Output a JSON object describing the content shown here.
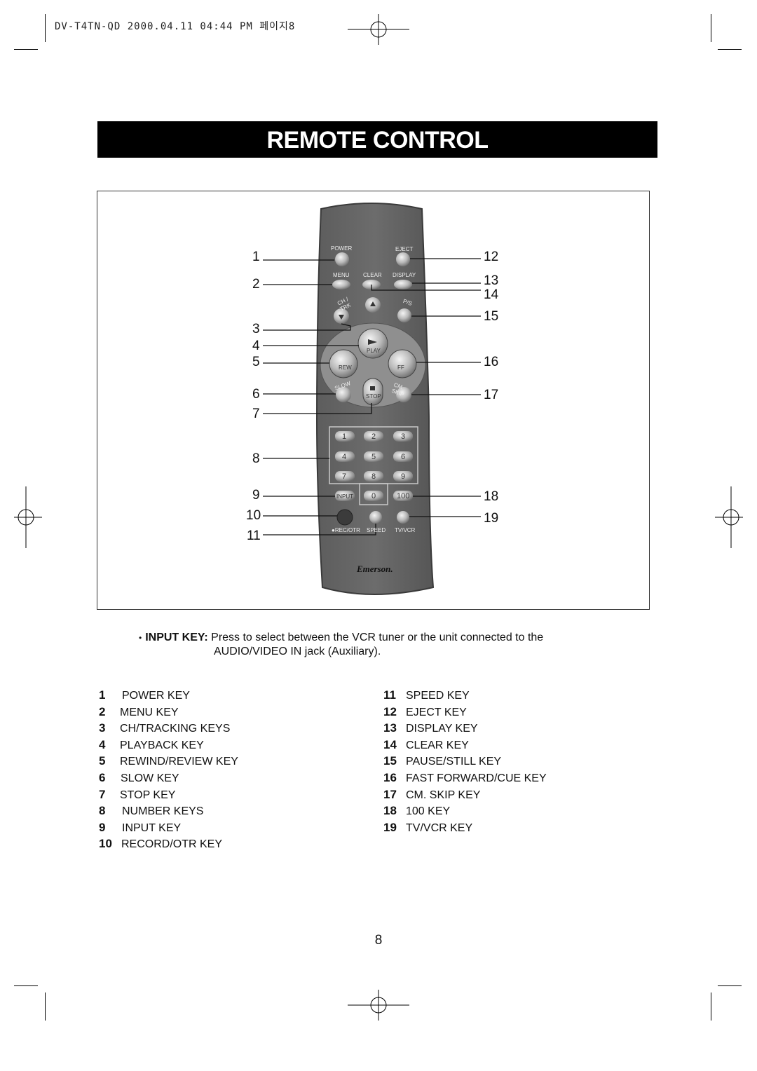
{
  "header": {
    "slug": "DV-T4TN-QD  2000.04.11 04:44 PM 페이지8"
  },
  "title": "REMOTE CONTROL",
  "remote": {
    "buttons": {
      "power": "POWER",
      "eject": "EJECT",
      "menu": "MENU",
      "clear": "CLEAR",
      "display": "DISPLAY",
      "ch_trk": "CH / TRK",
      "ps": "P/S",
      "play": "PLAY",
      "rew": "REW",
      "ff": "FF",
      "slow": "SLOW",
      "stop": "STOP",
      "cm_skip": "CM SKIP",
      "digits": [
        "1",
        "2",
        "3",
        "4",
        "5",
        "6",
        "7",
        "8",
        "9"
      ],
      "input": "INPUT",
      "zero": "0",
      "hundred": "100",
      "rec_otr": "REC/OTR",
      "speed": "SPEED",
      "tv_vcr": "TV/VCR",
      "brand": "Emerson."
    },
    "callouts_left": [
      "1",
      "2",
      "3",
      "4",
      "5",
      "6",
      "7",
      "8",
      "9",
      "10",
      "11"
    ],
    "callouts_right": [
      "12",
      "13",
      "14",
      "15",
      "16",
      "17",
      "18",
      "19"
    ]
  },
  "note": {
    "bullet": "•",
    "label": "INPUT KEY:",
    "line1": "Press to select between the VCR tuner or the unit connected to the",
    "line2": "AUDIO/VIDEO IN jack (Auxiliary)."
  },
  "keys_left": [
    {
      "num": "1",
      "label": "POWER KEY"
    },
    {
      "num": "2",
      "label": "MENU KEY"
    },
    {
      "num": "3",
      "label": "CH/TRACKING KEYS"
    },
    {
      "num": "4",
      "label": "PLAYBACK KEY"
    },
    {
      "num": "5",
      "label": "REWIND/REVIEW KEY"
    },
    {
      "num": "6",
      "label": "SLOW KEY"
    },
    {
      "num": "7",
      "label": "STOP KEY"
    },
    {
      "num": "8",
      "label": "NUMBER KEYS"
    },
    {
      "num": "9",
      "label": "INPUT KEY"
    },
    {
      "num": "10",
      "label": "RECORD/OTR KEY"
    }
  ],
  "keys_right": [
    {
      "num": "11",
      "label": "SPEED KEY"
    },
    {
      "num": "12",
      "label": "EJECT KEY"
    },
    {
      "num": "13",
      "label": "DISPLAY KEY"
    },
    {
      "num": "14",
      "label": "CLEAR KEY"
    },
    {
      "num": "15",
      "label": "PAUSE/STILL KEY"
    },
    {
      "num": "16",
      "label": "FAST FORWARD/CUE KEY"
    },
    {
      "num": "17",
      "label": "CM. SKIP KEY"
    },
    {
      "num": "18",
      "label": "100 KEY"
    },
    {
      "num": "19",
      "label": "TV/VCR  KEY"
    }
  ],
  "page_number": "8"
}
